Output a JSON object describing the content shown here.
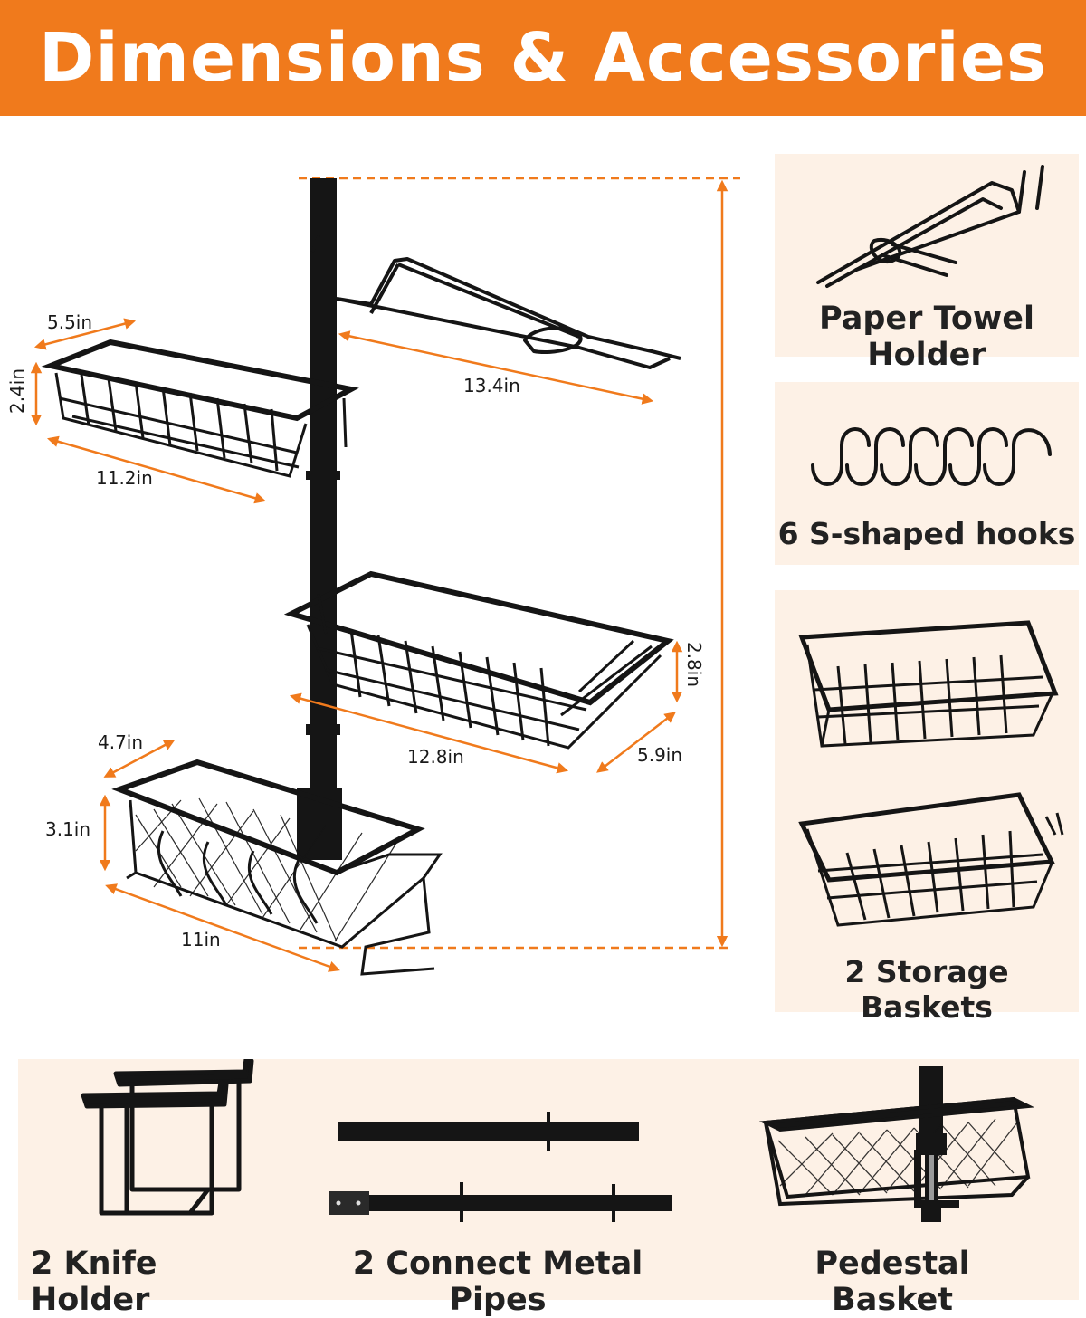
{
  "header": {
    "title": "Dimensions & Accessories"
  },
  "colors": {
    "banner": "#f07a1c",
    "panel": "#fdf1e6",
    "arrow": "#f07a1c",
    "rack": "#151515"
  },
  "dimensions": {
    "paper_towel_length": "13.4in",
    "top_basket_depth": "5.5in",
    "top_basket_height": "2.4in",
    "top_basket_length": "11.2in",
    "mid_basket_height": "2.8in",
    "mid_basket_length": "12.8in",
    "mid_basket_depth": "5.9in",
    "bottom_basket_depth": "4.7in",
    "bottom_basket_height": "3.1in",
    "bottom_basket_length": "11in"
  },
  "accessories": {
    "paper_towel_holder": "Paper Towel Holder",
    "s_hooks": "6 S-shaped hooks",
    "storage_baskets": "2 Storage Baskets",
    "knife_holder": "2 Knife Holder",
    "metal_pipes": "2 Connect Metal Pipes",
    "pedestal_basket": "Pedestal Basket"
  }
}
